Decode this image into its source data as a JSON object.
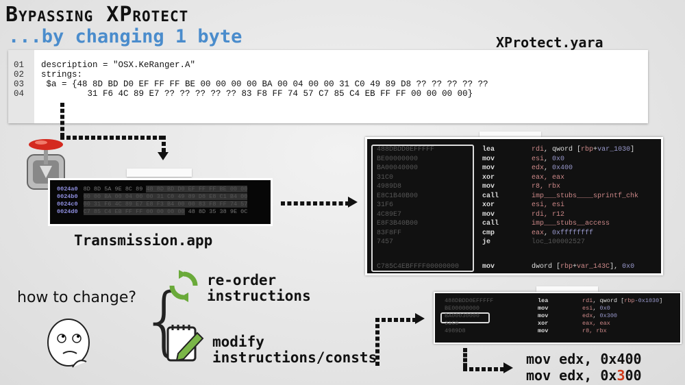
{
  "title": "Bypassing XProtect",
  "subtitle": "...by changing 1 byte",
  "yara": {
    "filename": "XProtect.yara",
    "line_numbers": [
      "01",
      "02",
      "03",
      "04"
    ],
    "lines": [
      "description = \"OSX.KeRanger.A\"",
      "strings:",
      " $a = {48 8D BD D0 EF FF FF BE 00 00 00 00 BA 00 04 00 00 31 C0 49 89 D8 ?? ?? ?? ?? ??",
      "         31 F6 4C 89 E7 ?? ?? ?? ?? ?? 83 F8 FF 74 57 C7 85 C4 EB FF FF 00 00 00 00}"
    ]
  },
  "hexdump": {
    "label": "Transmission.app",
    "rows": [
      {
        "addr": "0024a0",
        "pre": "8D 8D 5A 9E 8C 89 ",
        "sel": "48 8D BD D0 EF FF FF BE 00 00",
        "post": ""
      },
      {
        "addr": "0024b0",
        "pre": "",
        "sel": "00 00 BA 00 04 00 00 31 C0 49 89 D8 E8 C1 B4 00",
        "post": ""
      },
      {
        "addr": "0024c0",
        "pre": "",
        "sel": "00 31 F6 4C 89 E7 E8 F3 B4 00 00 83 F8 FF 74 57",
        "post": ""
      },
      {
        "addr": "0024d0",
        "pre": "",
        "sel": "C7 85 C4 EB FF FF 00 00 00 00",
        "post": " 48 8D 35 38 9E 0C"
      }
    ]
  },
  "disasm": [
    {
      "bytes": "488DBDD0EFFFFF",
      "op": "lea",
      "args": [
        [
          "reg",
          "rdi"
        ],
        [
          "txt",
          ", qword ["
        ],
        [
          "reg",
          "rbp"
        ],
        [
          "txt",
          "+"
        ],
        [
          "num",
          "var_1030"
        ],
        [
          "txt",
          "]"
        ]
      ]
    },
    {
      "bytes": "BE00000000",
      "op": "mov",
      "args": [
        [
          "reg",
          "esi"
        ],
        [
          "txt",
          ", "
        ],
        [
          "num",
          "0x0"
        ]
      ]
    },
    {
      "bytes": "BA00040000",
      "op": "mov",
      "args": [
        [
          "reg",
          "edx"
        ],
        [
          "txt",
          ", "
        ],
        [
          "num",
          "0x400"
        ]
      ]
    },
    {
      "bytes": "31C0",
      "op": "xor",
      "args": [
        [
          "reg",
          "eax, eax"
        ]
      ]
    },
    {
      "bytes": "4989D8",
      "op": "mov",
      "args": [
        [
          "reg",
          "r8, rbx"
        ]
      ]
    },
    {
      "bytes": "E8C1B40B00",
      "op": "call",
      "args": [
        [
          "reg",
          "imp___stubs____sprintf_chk"
        ]
      ]
    },
    {
      "bytes": "31F6",
      "op": "xor",
      "args": [
        [
          "reg",
          "esi, esi"
        ]
      ]
    },
    {
      "bytes": "4C89E7",
      "op": "mov",
      "args": [
        [
          "reg",
          "rdi, r12"
        ]
      ]
    },
    {
      "bytes": "E8F3B40B00",
      "op": "call",
      "args": [
        [
          "reg",
          "imp___stubs__access"
        ]
      ]
    },
    {
      "bytes": "83F8FF",
      "op": "cmp",
      "args": [
        [
          "reg",
          "eax"
        ],
        [
          "txt",
          ", "
        ],
        [
          "num",
          "0xffffffff"
        ]
      ]
    },
    {
      "bytes": "7457",
      "op": "je",
      "args": [
        [
          "lbl",
          "loc_100002527"
        ]
      ]
    },
    {
      "bytes": "C785C4EBFFFF00000000",
      "op": "mov",
      "args": [
        [
          "txt",
          "dword ["
        ],
        [
          "reg",
          "rbp"
        ],
        [
          "txt",
          "+"
        ],
        [
          "reg",
          "var_143C"
        ],
        [
          "txt",
          "], "
        ],
        [
          "num",
          "0x0"
        ]
      ]
    }
  ],
  "disasm_small": [
    {
      "bytes": "488DBDD0EFFFFF",
      "op": "lea",
      "args": [
        [
          "reg",
          "rdi"
        ],
        [
          "txt",
          ", qword ["
        ],
        [
          "reg",
          "rbp"
        ],
        [
          "num",
          "-0x1030"
        ],
        [
          "txt",
          "]"
        ]
      ]
    },
    {
      "bytes": "BE00000000",
      "op": "mov",
      "args": [
        [
          "reg",
          "esi"
        ],
        [
          "txt",
          ", "
        ],
        [
          "num",
          "0x0"
        ]
      ]
    },
    {
      "bytes": "BA00030000",
      "op": "mov",
      "args": [
        [
          "reg",
          "edx"
        ],
        [
          "txt",
          ", "
        ],
        [
          "num",
          "0x300"
        ]
      ]
    },
    {
      "bytes": "31C0",
      "op": "xor",
      "args": [
        [
          "reg",
          "eax, eax"
        ]
      ]
    },
    {
      "bytes": "4989D8",
      "op": "mov",
      "args": [
        [
          "reg",
          "r8, rbx"
        ]
      ]
    }
  ],
  "how_to_change": "how to change?",
  "options": [
    {
      "icon": "refresh-icon",
      "line1": "re-order",
      "line2": "instructions"
    },
    {
      "icon": "edit-icon",
      "line1": "modify",
      "line2": "instructions/consts"
    }
  ],
  "result": {
    "before": "mov edx, 0x400",
    "after_prefix": "mov edx, 0x",
    "after_changed": "3",
    "after_suffix": "00"
  },
  "colors": {
    "accent": "#4a8ccc",
    "changed": "#d03a1a"
  }
}
